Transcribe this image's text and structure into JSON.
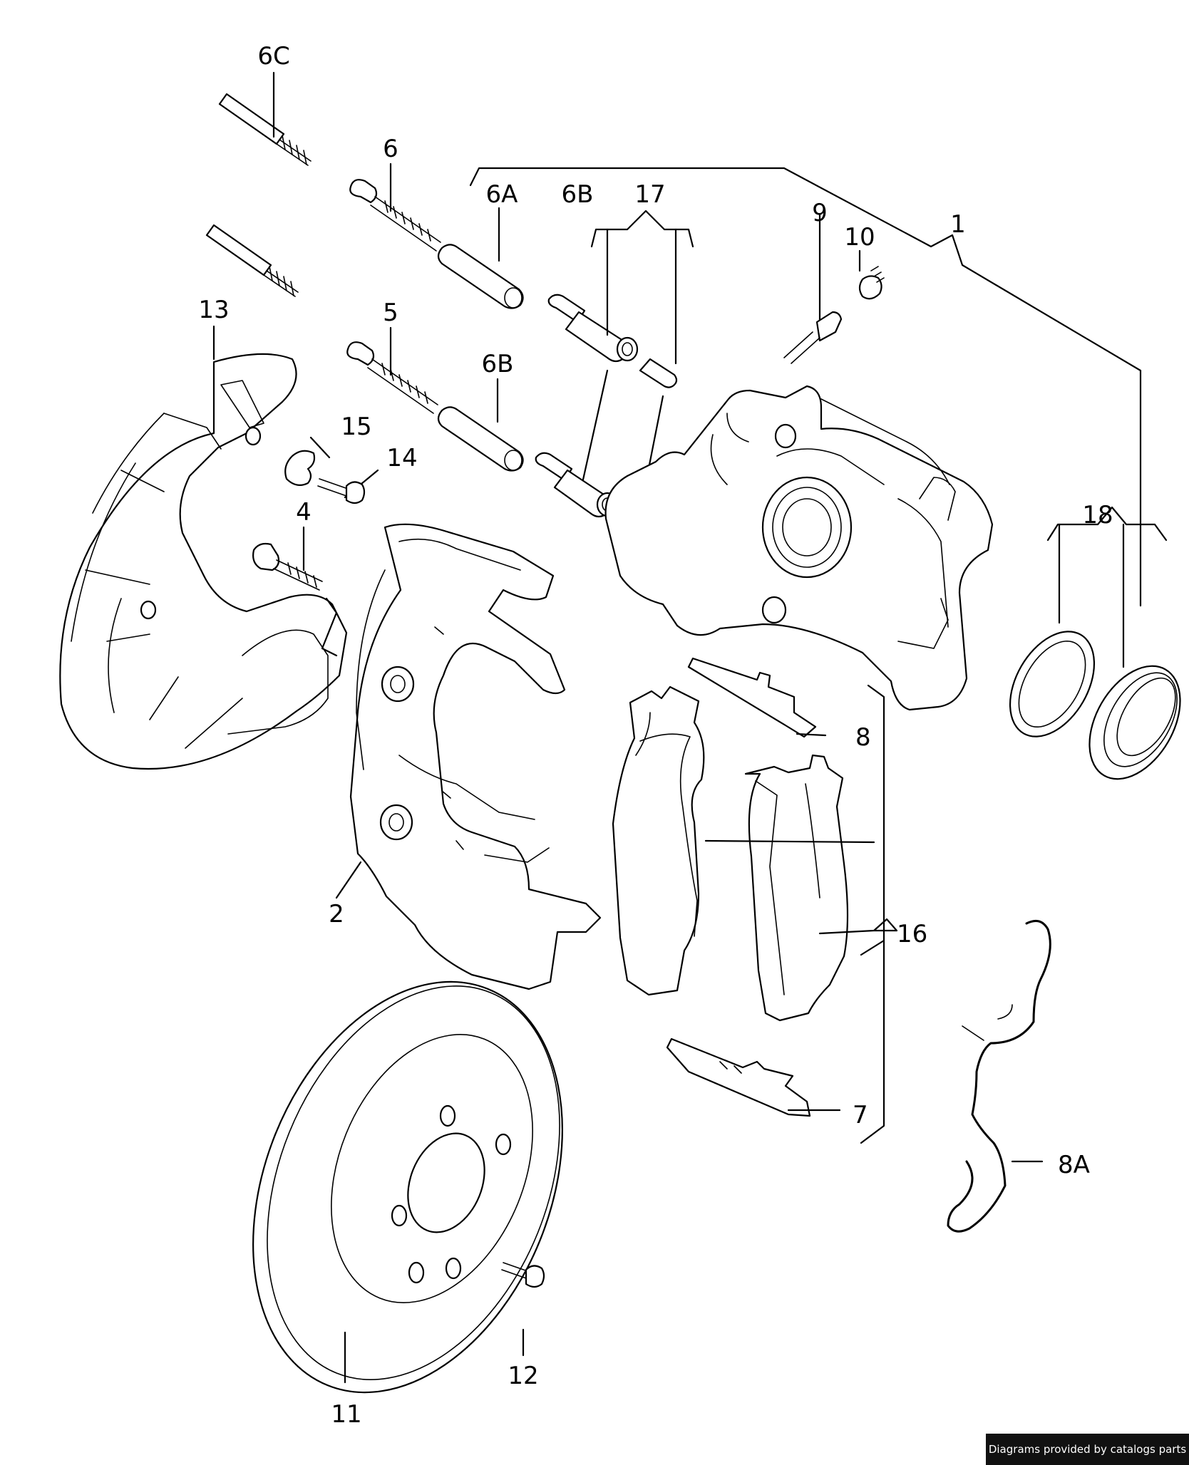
{
  "labels": {
    "p6C": "6C",
    "p6": "6",
    "p6A": "6A",
    "p6B_top": "6B",
    "p17": "17",
    "p9": "9",
    "p10": "10",
    "p1": "1",
    "p13": "13",
    "p5": "5",
    "p6B_mid": "6B",
    "p15": "15",
    "p14": "14",
    "p4": "4",
    "p18": "18",
    "p8": "8",
    "p2": "2",
    "p16": "16",
    "p8A": "8A",
    "p7": "7",
    "p12": "12",
    "p11": "11"
  },
  "footer": {
    "credit": "Diagrams provided by catalogs parts"
  }
}
